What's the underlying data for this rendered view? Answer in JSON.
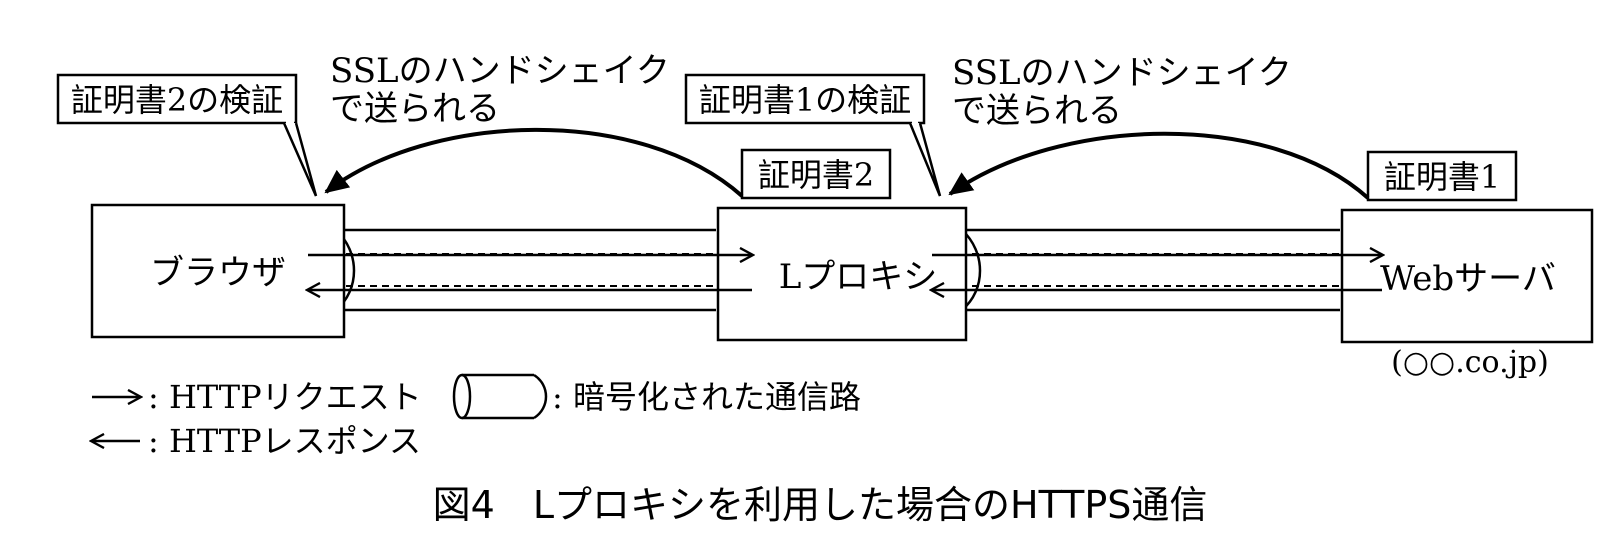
{
  "nodes": {
    "browser": "ブラウザ",
    "proxy": "Lプロキシ",
    "server": "Webサーバ",
    "server_domain": "(○○.co.jp)"
  },
  "labels": {
    "verify_cert2": "証明書2の検証",
    "verify_cert1": "証明書1の検証",
    "cert2": "証明書2",
    "cert1": "証明書1",
    "ssl_left_line1": "SSLのハンドシェイク",
    "ssl_left_line2": "で送られる",
    "ssl_right_line1": "SSLのハンドシェイク",
    "ssl_right_line2": "で送られる"
  },
  "legend": {
    "request_arrow": "→",
    "request": ": HTTPリクエスト",
    "response_arrow": "←",
    "response": ": HTTPレスポンス",
    "channel": ": 暗号化された通信路"
  },
  "caption": "図4　Lプロキシを利用した場合のHTTPS通信"
}
